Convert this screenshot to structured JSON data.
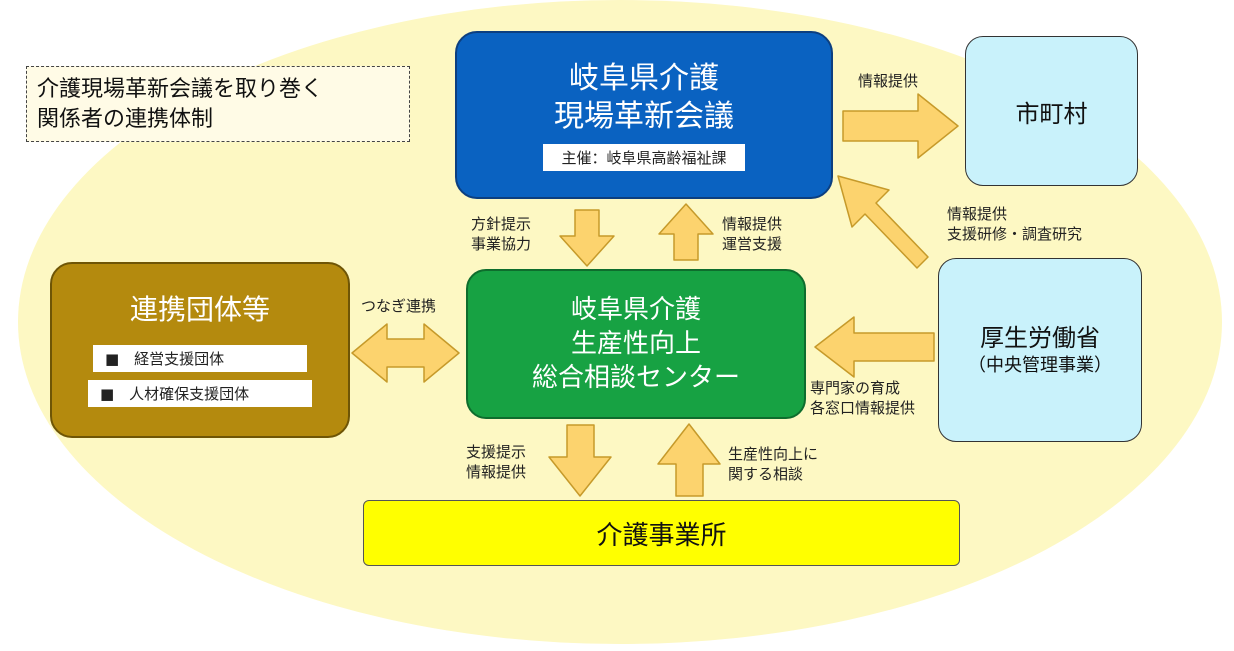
{
  "caption": "介護現場革新会議を取り巻く\n関係者の連携体制",
  "nodes": {
    "council": {
      "title": "岐阜県介護\n現場革新会議",
      "sub": "主催：岐阜県高齢福祉課"
    },
    "center": {
      "title": "岐阜県介護\n生産性向上\n総合相談センター"
    },
    "partners": {
      "title": "連携団体等",
      "items": [
        "■　経営支援団体",
        "■　人材確保支援団体"
      ]
    },
    "municipal": {
      "title": "市町村"
    },
    "ministry": {
      "title": "厚生労働省",
      "sub": "（中央管理事業）"
    },
    "office": {
      "title": "介護事業所"
    }
  },
  "labels": {
    "council_to_municipal": "情報提供",
    "ministry_to_council": "情報提供\n支援研修・調査研究",
    "council_to_center": "方針提示\n事業協力",
    "center_to_council": "情報提供\n運営支援",
    "partners_center": "つなぎ連携",
    "ministry_to_center": "専門家の育成\n各窓口情報提供",
    "center_to_office": "支援提示\n情報提供",
    "office_to_center": "生産性向上に\n関する相談"
  },
  "colors": {
    "ellipse": "#fdf8c3",
    "arrow_fill": "#fcd36e",
    "arrow_stroke": "#c69a2a",
    "council": "#0a62c1",
    "center": "#17a243",
    "partners": "#b48a0e",
    "light_box": "#c9f2fb",
    "office": "#ffff00"
  }
}
